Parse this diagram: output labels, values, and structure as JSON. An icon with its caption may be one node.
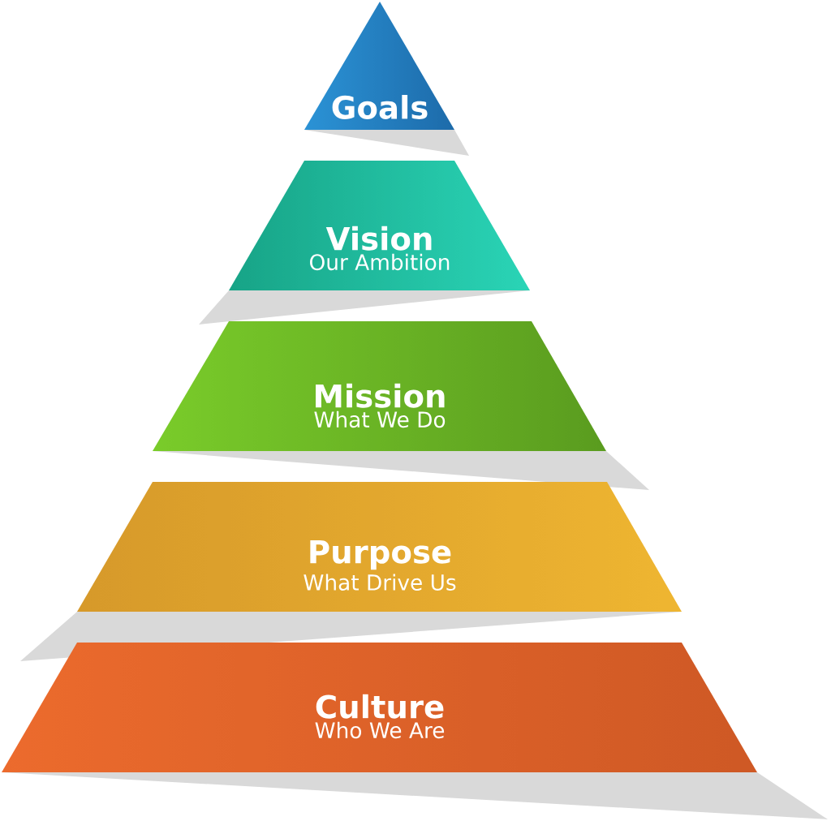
{
  "diagram": {
    "nodes": [
      {
        "text": [
          "Goals"
        ]
      },
      {
        "text": [
          "Vision",
          "Our Ambition"
        ]
      },
      {
        "text": [
          "Mission",
          "What We Do"
        ]
      },
      {
        "text": [
          "Purpose",
          "What Drive Us"
        ]
      },
      {
        "text": [
          "Culture",
          "Who We Are"
        ]
      }
    ]
  }
}
